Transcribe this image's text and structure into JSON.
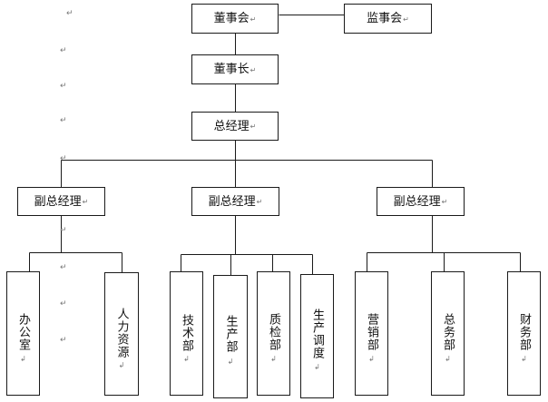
{
  "org_chart": {
    "line_color": "#1a1a1a",
    "mark_color": "#777777",
    "paragraph_mark": "↵",
    "mini_mark": "↲",
    "top": {
      "board": "董事会",
      "supervisory_board": "监事会",
      "chairman": "董事长",
      "general_manager": "总经理"
    },
    "vice_managers": [
      {
        "label": "副总经理"
      },
      {
        "label": "副总经理"
      },
      {
        "label": "副总经理"
      }
    ],
    "departments": [
      {
        "label": "办公室"
      },
      {
        "label": "人力资源"
      },
      {
        "label": "技术部"
      },
      {
        "label": "生产部"
      },
      {
        "label": "质检部"
      },
      {
        "label": "生产调度"
      },
      {
        "label": "营销部"
      },
      {
        "label": "总务部"
      },
      {
        "label": "财务部"
      }
    ],
    "formatting_marks": [
      "↵",
      "↵",
      "↵",
      "↵",
      "↵",
      "↵",
      "↵",
      "↵",
      "↵",
      "↵"
    ]
  }
}
